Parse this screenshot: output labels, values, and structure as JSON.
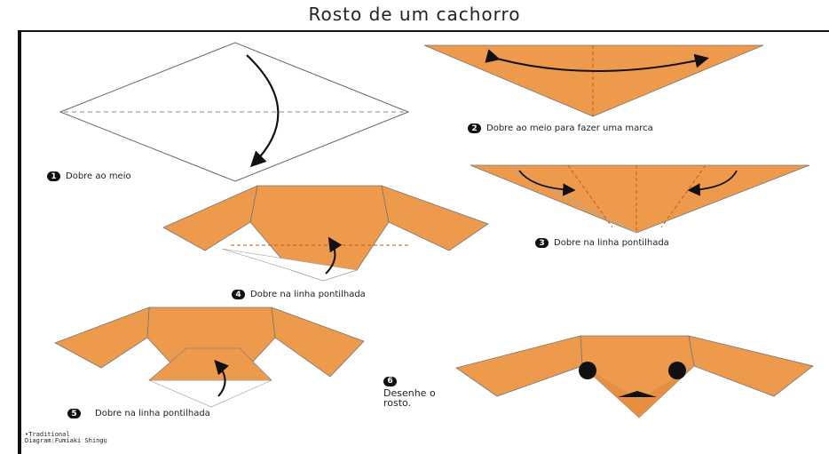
{
  "title": "Rosto de um cachorro",
  "colors": {
    "paper": "#EE9A4D",
    "outline": "#555555",
    "ink": "#111111"
  },
  "steps": [
    {
      "number": "1",
      "text": "Dobre ao meio"
    },
    {
      "number": "2",
      "text": "Dobre ao meio para fazer uma marca"
    },
    {
      "number": "3",
      "text": "Dobre na linha pontilhada"
    },
    {
      "number": "4",
      "text": "Dobre na linha pontilhada"
    },
    {
      "number": "5",
      "text": "Dobre na linha pontilhada"
    },
    {
      "number": "6",
      "text_line1": "Desenhe o",
      "text_line2": "rosto."
    }
  ],
  "credit": {
    "line1": "•Traditional",
    "line2": "Diagram:Fumiaki Shingu"
  }
}
